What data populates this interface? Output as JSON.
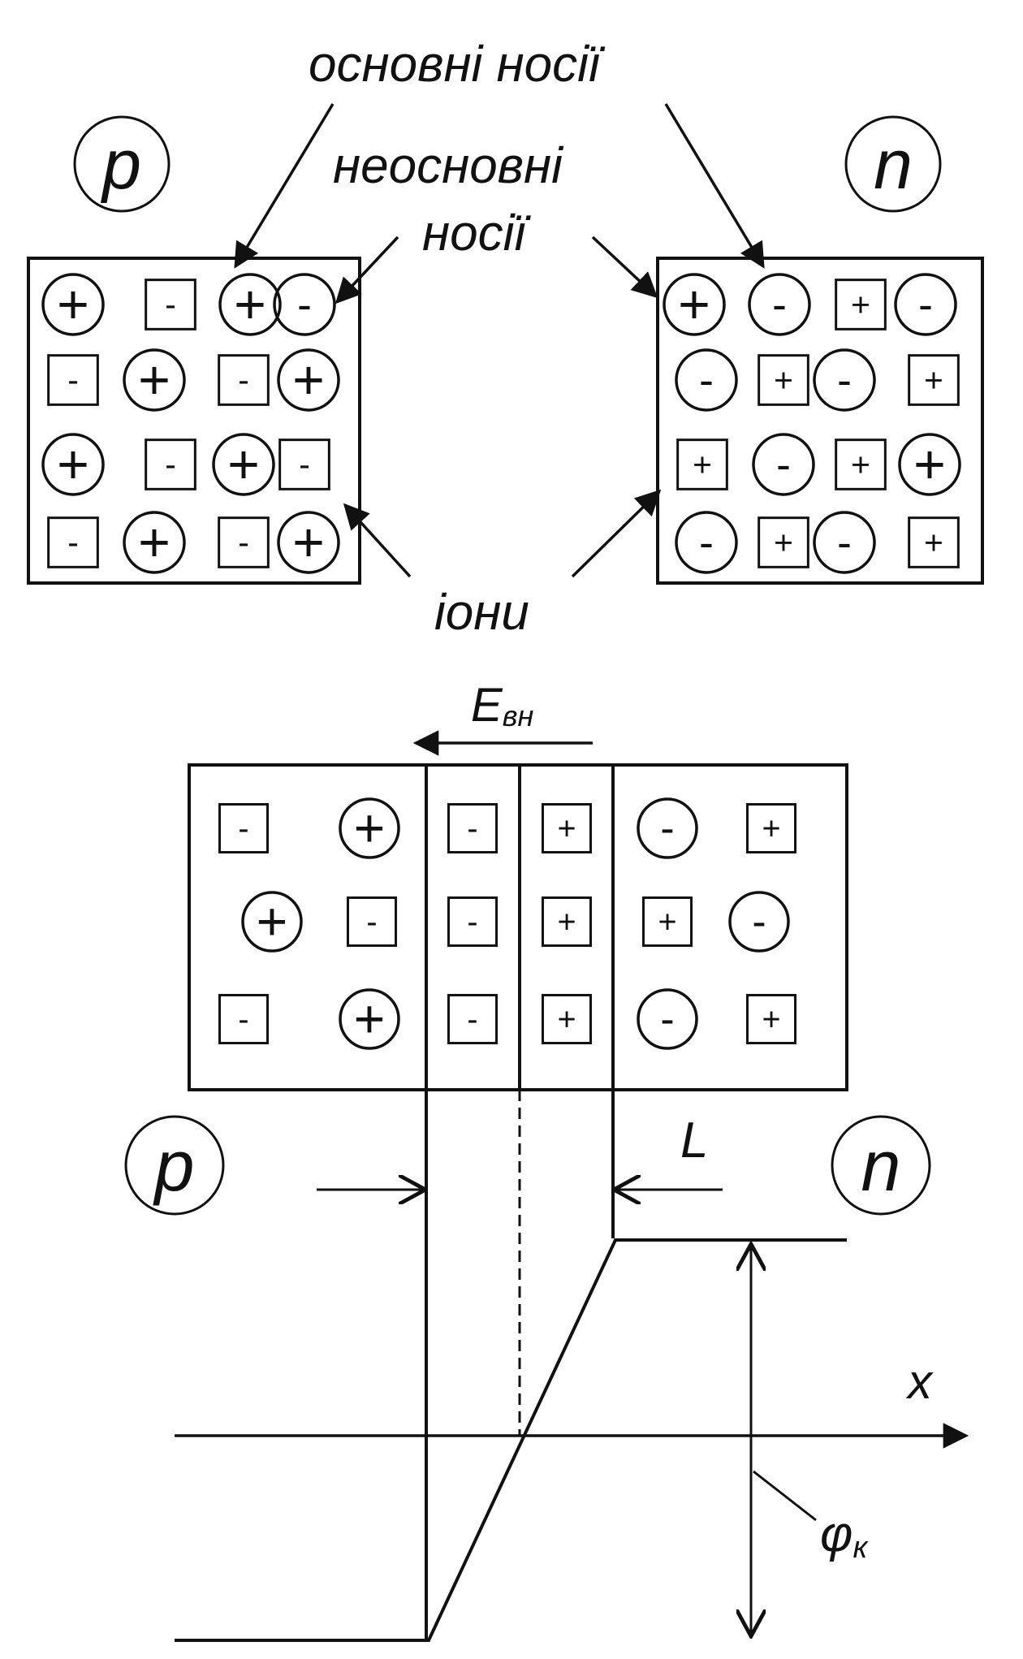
{
  "labels": {
    "main_carriers": "основні носії",
    "minority_line1": "неосновні",
    "minority_line2": "носії",
    "ions": "іони",
    "field_E": "E",
    "field_sub": "вн",
    "p_type": "p",
    "n_type": "n",
    "width_L": "L",
    "axis_x": "x",
    "potential_phi": "φ",
    "potential_sub": "к",
    "plus": "+",
    "minus": "-"
  },
  "colors": {
    "ink": "#111111",
    "paper": "#ffffff"
  },
  "p_region_top": [
    [
      "hole",
      "ion-",
      "hole",
      "electron"
    ],
    [
      "ion-",
      "hole",
      "ion-",
      "hole"
    ],
    [
      "hole",
      "ion-",
      "hole",
      "ion-"
    ],
    [
      "ion-",
      "hole",
      "ion-",
      "hole"
    ]
  ],
  "n_region_top": [
    [
      "hole",
      "electron",
      "ion+",
      "electron"
    ],
    [
      "electron",
      "ion+",
      "electron",
      "ion+"
    ],
    [
      "ion+",
      "electron",
      "ion+",
      "hole"
    ],
    [
      "electron",
      "ion+",
      "electron",
      "ion+"
    ]
  ],
  "junction_p_side": [
    [
      "ion-",
      "hole"
    ],
    [
      "hole",
      "ion-"
    ],
    [
      "ion-",
      "hole"
    ]
  ],
  "junction_depletion": [
    [
      "ion-",
      "ion+"
    ],
    [
      "ion-",
      "ion+"
    ],
    [
      "ion-",
      "ion+"
    ]
  ],
  "junction_n_side": [
    [
      "electron",
      "ion+"
    ],
    [
      "ion+",
      "electron"
    ],
    [
      "electron",
      "ion+"
    ]
  ]
}
